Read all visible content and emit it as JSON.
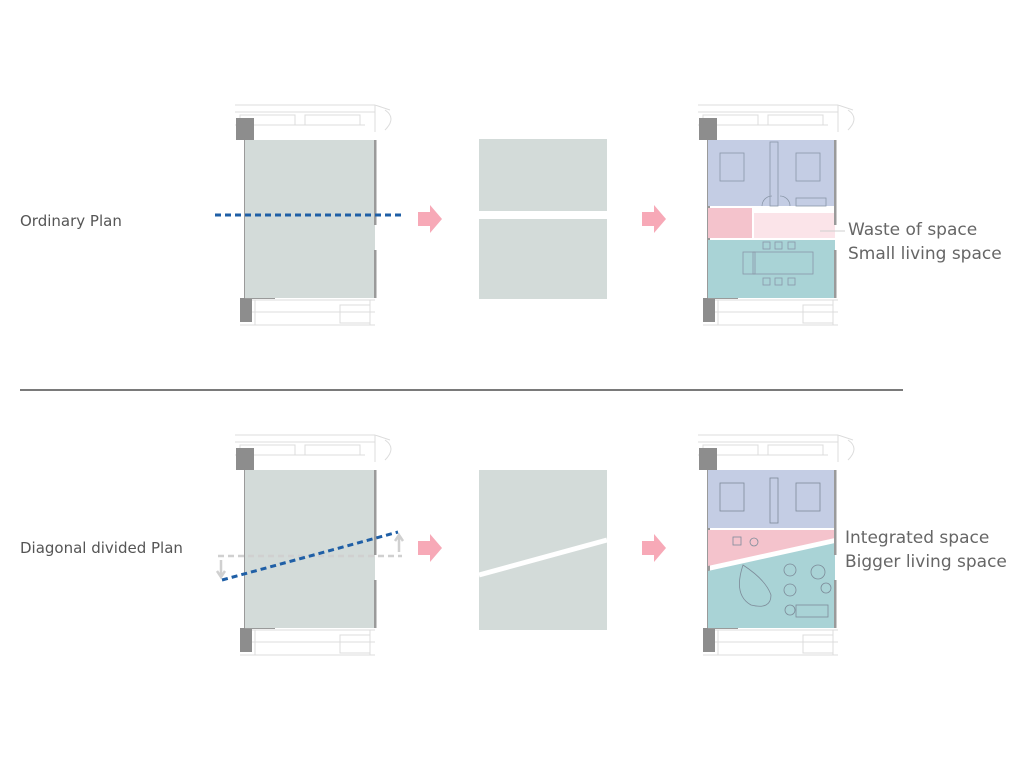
{
  "rows": [
    {
      "label": "Ordinary Plan",
      "notes": [
        "Waste of space",
        "Small living space"
      ]
    },
    {
      "label": "Diagonal divided Plan",
      "notes": [
        "Integrated space",
        "Bigger living space"
      ]
    }
  ],
  "colors": {
    "plan_fill": "#d3dbd9",
    "bedroom": "#c4cde4",
    "bathroom": "#f4c3cc",
    "waste": "#fbe4e9",
    "living": "#a9d3d6",
    "arrow": "#f7a9b7",
    "cut_line": "#1f5fa6",
    "divider": "#7a7a7a"
  }
}
